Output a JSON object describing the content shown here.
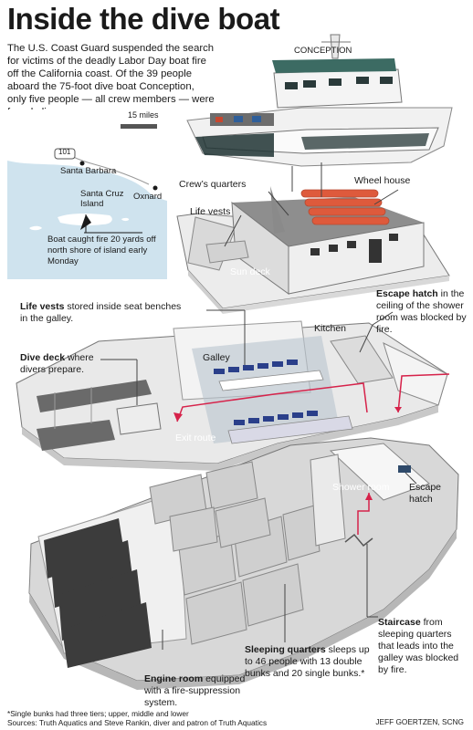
{
  "title": "Inside the dive boat",
  "intro": "The U.S. Coast Guard suspended the search for victims of the deadly Labor Day boat fire off the California coast. Of the 39 people aboard the 75-foot dive boat Conception, only five people — all crew members — were found alive.",
  "map": {
    "scale": "15 miles",
    "highway": "101",
    "cities": [
      "Santa Barbara",
      "Oxnard"
    ],
    "island": "Santa Cruz Island",
    "note": "Boat caught fire 20 yards off north shore of island early Monday"
  },
  "boat_name": "CONCEPTION",
  "labels": {
    "crews_quarters": "Crew’s quarters",
    "wheel_house": "Wheel house",
    "life_vests_top": "Life vests",
    "sun_deck": "Sun deck",
    "kitchen": "Kitchen",
    "galley": "Galley",
    "exit_route": "Exit route",
    "shower_room": "Shower room",
    "escape_hatch_label": "Escape hatch"
  },
  "callouts": {
    "life_vests": {
      "bold": "Life vests",
      "text": " stored inside seat benches in the galley."
    },
    "dive_deck": {
      "bold": "Dive deck",
      "text": " where divers prepare."
    },
    "escape_hatch": {
      "bold": "Escape hatch",
      "text": " in the ceiling of the shower room was blocked by fire."
    },
    "staircase": {
      "bold": "Staircase",
      "text": " from sleeping quarters that leads into the galley was blocked by fire."
    },
    "sleeping": {
      "bold": "Sleeping quarters",
      "text": " sleeps up to 46 people with 13 double bunks and 20 single bunks.*"
    },
    "engine": {
      "bold": "Engine room",
      "text": " equipped with a fire-suppression system."
    }
  },
  "footnote": "*Single bunks had three tiers; upper, middle and lower",
  "sources": "Sources: Truth Aquatics and Steve Rankin, diver and patron of Truth Aquatics",
  "credit": "JEFF GOERTZEN, SCNG",
  "colors": {
    "accent": "#d6224a",
    "water": "#cfe3ee",
    "land": "#ffffff",
    "hull": "#d8d8d8",
    "dark": "#555555"
  }
}
